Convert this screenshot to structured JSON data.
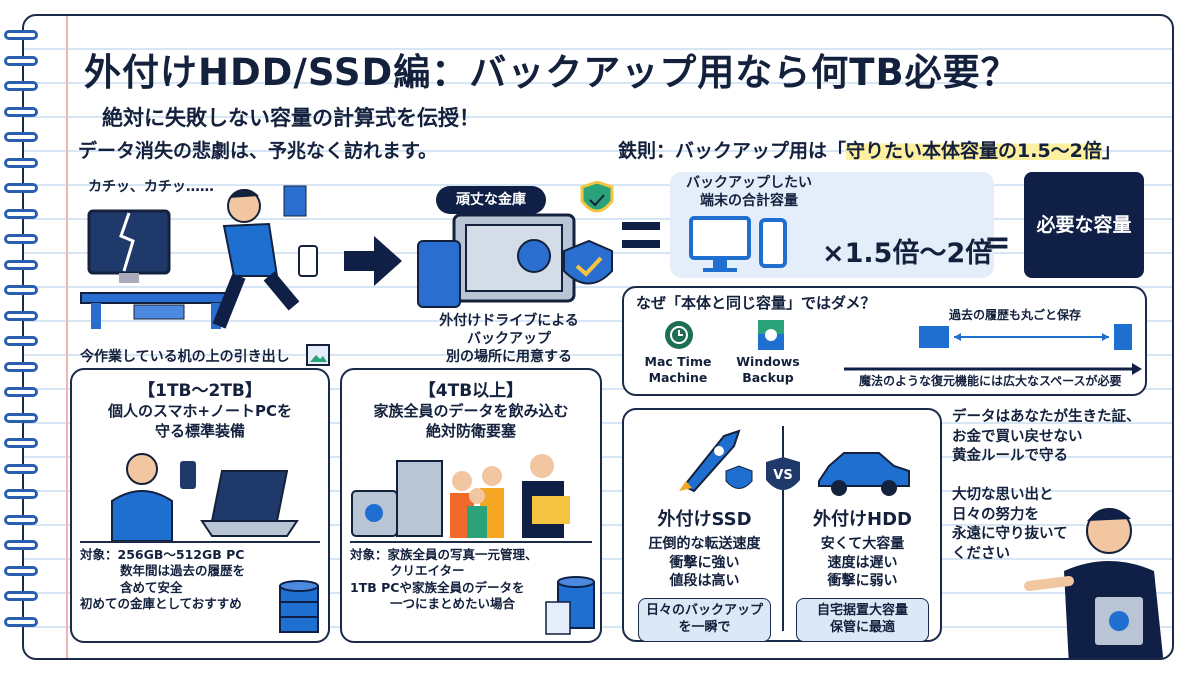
{
  "title": "外付けHDD/SSD編：バックアップ用なら何TB必要？",
  "subtitle": "絶対に失敗しない容量の計算式を伝授！",
  "left_section": {
    "heading": "データ消失の悲劇は、予兆なく訪れます。",
    "sound": "カチッ、カチッ……",
    "desk_caption": "今作業している机の上の引き出し",
    "safe_label": "頑丈な金庫",
    "safe_caption": [
      "外付けドライブによる",
      "バックアップ",
      "別の場所に用意する"
    ]
  },
  "rule": {
    "prefix": "鉄則：バックアップ用は「",
    "highlight": "守りたい本体容量の1.5〜2倍",
    "suffix": "」",
    "device_label": [
      "バックアップしたい",
      "端末の合計容量"
    ],
    "multiplier": "×1.5倍〜2倍",
    "equals": "=",
    "result": "必要な容量"
  },
  "why": {
    "heading": "なぜ「本体と同じ容量」ではダメ？",
    "apps": [
      {
        "name": [
          "Mac Time",
          "Machine"
        ]
      },
      {
        "name": [
          "Windows",
          "Backup"
        ]
      }
    ],
    "history": "過去の履歴も丸ごと保存",
    "caption": "魔法のような復元機能には広大なスペースが必要"
  },
  "plans": [
    {
      "range": "【1TB〜2TB】",
      "title": [
        "個人のスマホ+ノートPCを",
        "守る標準装備"
      ],
      "target": [
        "対象：256GB〜512GB PC",
        "数年間は過去の履歴を",
        "含めて安全",
        "初めての金庫としておすすめ"
      ]
    },
    {
      "range": "【4TB以上】",
      "title": [
        "家族全員のデータを飲み込む",
        "絶対防衛要塞"
      ],
      "target": [
        "対象：家族全員の写真一元管理、",
        "クリエイター",
        "1TB PCや家族全員のデータを",
        "一つにまとめたい場合"
      ]
    }
  ],
  "compare": {
    "vs": "VS",
    "ssd": {
      "name": "外付けSSD",
      "points": [
        "圧倒的な転送速度",
        "衝撃に強い",
        "値段は高い"
      ],
      "use": [
        "日々のバックアップ",
        "を一瞬で"
      ]
    },
    "hdd": {
      "name": "外付けHDD",
      "points": [
        "安くて大容量",
        "速度は遅い",
        "衝撃に弱い"
      ],
      "use": [
        "自宅据置大容量",
        "保管に最適"
      ]
    }
  },
  "closing": {
    "line1": [
      "データはあなたが生きた証、",
      "お金で買い戻せない",
      "黄金ルールで守る"
    ],
    "line2": [
      "大切な思い出と",
      "日々の努力を",
      "永遠に守り抜いて",
      "ください"
    ]
  },
  "colors": {
    "navy": "#0f1f45",
    "blue": "#1f6fd1",
    "highlight": "#fdf0a0",
    "tint": "#e4eefa"
  }
}
